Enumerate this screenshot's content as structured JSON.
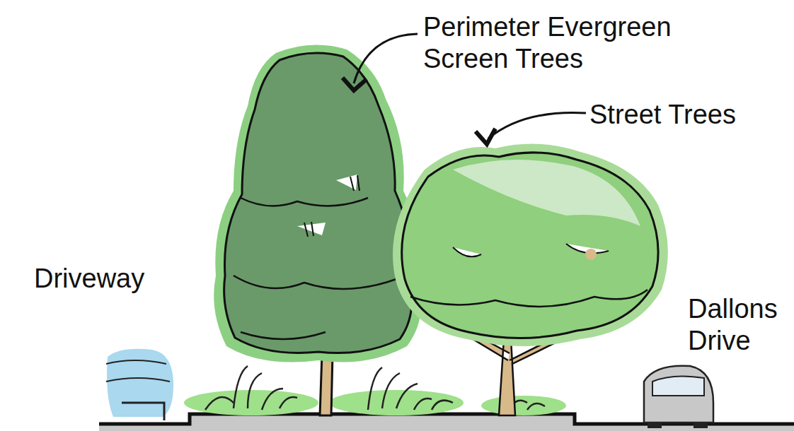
{
  "diagram": {
    "labels": [
      "Perimeter Evergreen Screen Trees",
      "Street Trees",
      "Driveway",
      "Dallons Drive"
    ]
  }
}
